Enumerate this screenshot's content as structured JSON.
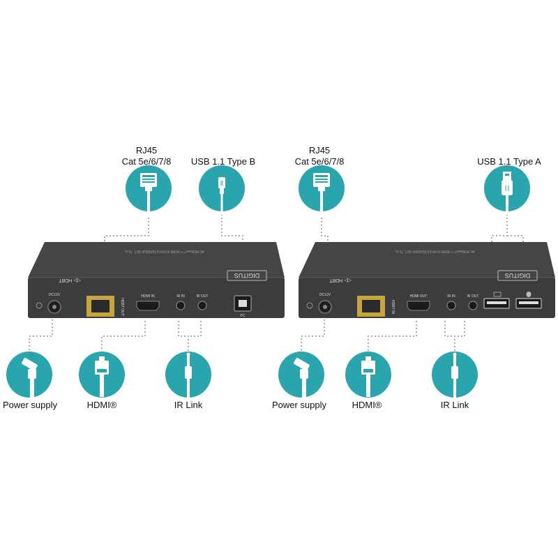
{
  "colors": {
    "teal": "#2aa4ad",
    "device_body": "#434547",
    "device_front": "#3a3c3e",
    "label_text": "#111111",
    "dotted_line": "#aaaaaa"
  },
  "transmitter": {
    "top_labels": {
      "rj45_line1": "RJ45",
      "rj45_line2": "Cat 5e/6/7/8",
      "usb": "USB 1.1 Type B"
    },
    "bottom_labels": {
      "power": "Power supply",
      "hdmi": "HDMI®",
      "ir": "IR Link"
    },
    "port_labels": {
      "dc": "DC12V",
      "hdbt": "HDBT OUT",
      "hdmi": "HDMI IN",
      "ir_in": "IR IN",
      "ir_out": "IR OUT",
      "pc": "PC"
    },
    "brand": "DIGITUS",
    "logo": "HDBT",
    "top_text": "4K HDBaseT™ HDMI KVM EXTENDER SET, 70 m"
  },
  "receiver": {
    "top_labels": {
      "rj45_line1": "RJ45",
      "rj45_line2": "Cat 5e/6/7/8",
      "usb": "USB 1.1 Type A"
    },
    "bottom_labels": {
      "power": "Power supply",
      "hdmi": "HDMI®",
      "ir": "IR Link"
    },
    "port_labels": {
      "dc": "DC12V",
      "hdbt": "HDBT IN",
      "hdmi": "HDMI OUT",
      "ir_in": "IR IN",
      "ir_out": "IR OUT"
    },
    "brand": "DIGITUS",
    "logo": "HDBT",
    "top_text": "4K HDBaseT™ HDMI KVM EXTENDER SET, 70 m"
  }
}
